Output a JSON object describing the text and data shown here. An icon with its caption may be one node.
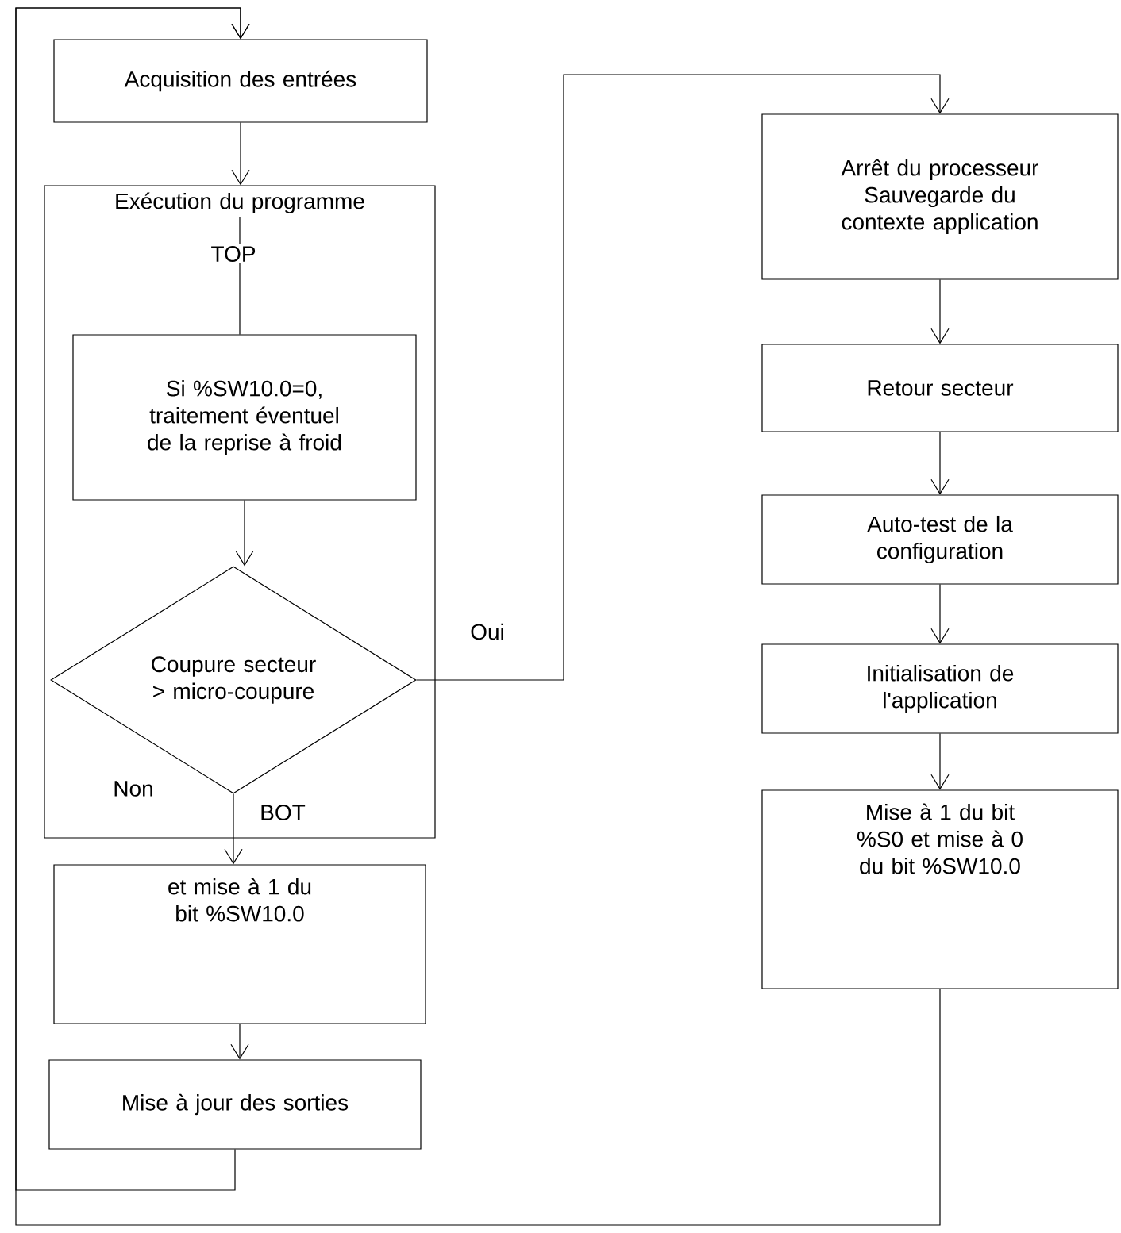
{
  "diagram": {
    "nodes": [
      {
        "text": [
          "Acquisition des entrées"
        ]
      },
      {
        "text": [
          "Exécution du programme"
        ]
      },
      {
        "text": [
          "Si %SW10.0=0, traitement éventuel de la reprise à froid"
        ],
        "in": 1
      },
      {
        "text": [
          "Coupure secteur > micro-coupure"
        ],
        "in": 1
      },
      {
        "text": [
          "et mise à 1 du bit %SW10.0"
        ]
      },
      {
        "text": [
          "Mise à jour des sorties"
        ]
      },
      {
        "text": [
          "Arrêt du processeur Sauvegarde du contexte application"
        ]
      },
      {
        "text": [
          "Retour secteur"
        ]
      },
      {
        "text": [
          "Auto-test de la configuration"
        ]
      },
      {
        "text": [
          "Initialisation de l'application"
        ]
      },
      {
        "text": [
          "Mise à 1 du bit %S0 et mise à 0 du bit %SW10.0"
        ]
      }
    ],
    "edges": [
      {
        "from": 0,
        "to": 1,
        "arrow": "to"
      },
      {
        "from": 1,
        "to": 2,
        "arrow": "none"
      },
      {
        "from": 2,
        "to": 3,
        "arrow": "to"
      },
      {
        "from": 3,
        "to": 4,
        "arrow": "to",
        "label": "Non"
      },
      {
        "from": 4,
        "to": 5,
        "arrow": "to"
      },
      {
        "from": 5,
        "to": 0,
        "arrow": "to"
      },
      {
        "from": 3,
        "to": 6,
        "arrow": "to",
        "label": "Oui"
      },
      {
        "from": 6,
        "to": 7,
        "arrow": "to"
      },
      {
        "from": 7,
        "to": 8,
        "arrow": "to"
      },
      {
        "from": 8,
        "to": 9,
        "arrow": "to"
      },
      {
        "from": 9,
        "to": 10,
        "arrow": "to"
      },
      {
        "from": 10,
        "to": 0,
        "arrow": "to"
      }
    ],
    "labels": [
      "TOP",
      "BOT"
    ]
  }
}
